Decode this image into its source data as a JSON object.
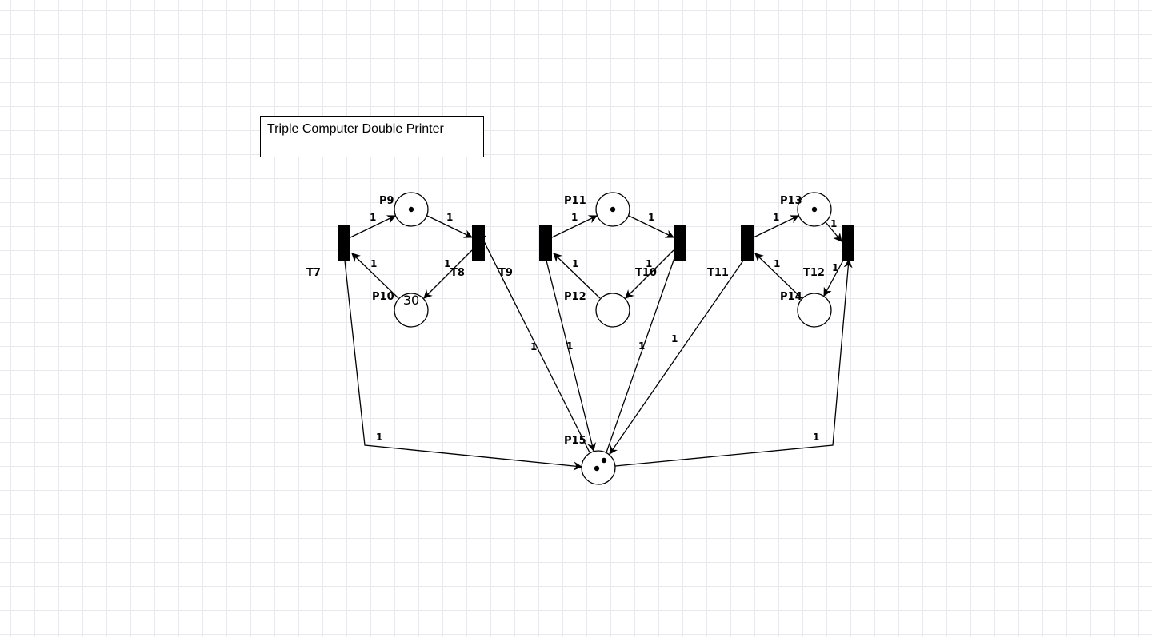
{
  "title": "Triple Computer Double Printer",
  "places": [
    {
      "id": "P9",
      "label": "P9",
      "tokens": 1
    },
    {
      "id": "P10",
      "label": "P10",
      "tokens": 30
    },
    {
      "id": "P11",
      "label": "P11",
      "tokens": 1
    },
    {
      "id": "P12",
      "label": "P12",
      "tokens": 0
    },
    {
      "id": "P13",
      "label": "P13",
      "tokens": 1
    },
    {
      "id": "P14",
      "label": "P14",
      "tokens": 0
    },
    {
      "id": "P15",
      "label": "P15",
      "tokens": 2
    }
  ],
  "transitions": [
    {
      "id": "T7",
      "label": "T7"
    },
    {
      "id": "T8",
      "label": "T8"
    },
    {
      "id": "T9",
      "label": "T9"
    },
    {
      "id": "T10",
      "label": "T10"
    },
    {
      "id": "T11",
      "label": "T11"
    },
    {
      "id": "T12",
      "label": "T12"
    }
  ],
  "arcs": [
    {
      "from": "T7",
      "to": "P9",
      "weight": "1"
    },
    {
      "from": "P9",
      "to": "T8",
      "weight": "1"
    },
    {
      "from": "P10",
      "to": "T7",
      "weight": "1"
    },
    {
      "from": "T8",
      "to": "P10",
      "weight": "1"
    },
    {
      "from": "T9",
      "to": "P11",
      "weight": "1"
    },
    {
      "from": "P11",
      "to": "T10",
      "weight": "1"
    },
    {
      "from": "P12",
      "to": "T9",
      "weight": "1"
    },
    {
      "from": "T10",
      "to": "P12",
      "weight": "1"
    },
    {
      "from": "T11",
      "to": "P13",
      "weight": "1"
    },
    {
      "from": "P13",
      "to": "T12",
      "weight": "1"
    },
    {
      "from": "P14",
      "to": "T11",
      "weight": "1"
    },
    {
      "from": "T12",
      "to": "P14",
      "weight": "1"
    },
    {
      "from": "T7",
      "to": "P15",
      "weight": "1"
    },
    {
      "from": "P15",
      "to": "T8",
      "weight": "1"
    },
    {
      "from": "T9",
      "to": "P15",
      "weight": "1"
    },
    {
      "from": "P15",
      "to": "T10",
      "weight": "1"
    },
    {
      "from": "T11",
      "to": "P15",
      "weight": "1"
    },
    {
      "from": "P15",
      "to": "T12",
      "weight": "1"
    }
  ]
}
